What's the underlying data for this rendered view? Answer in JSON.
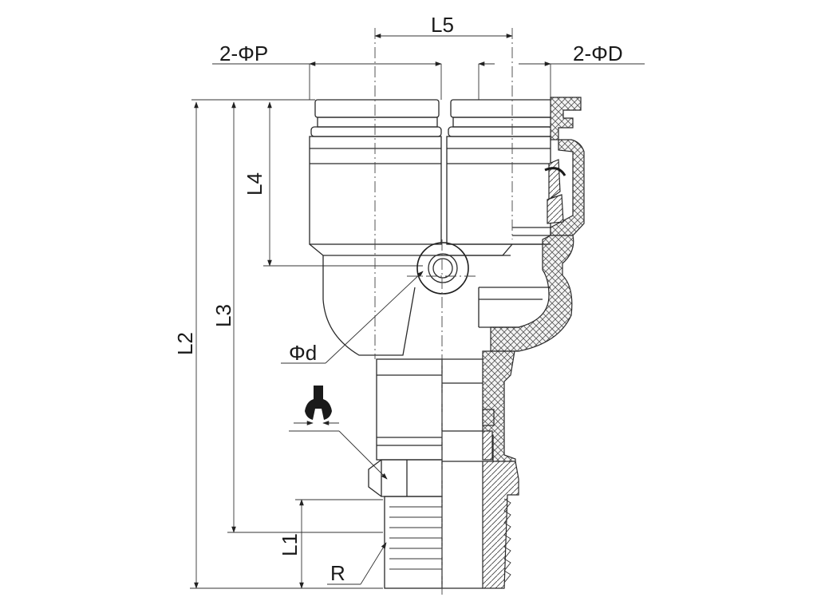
{
  "labels": {
    "l5": "L5",
    "two_phi_p": "2-ΦP",
    "two_phi_d": "2-ΦD",
    "l4": "L4",
    "l3": "L3",
    "l2": "L2",
    "phi_d_small": "Φd",
    "l1": "L1",
    "r": "R"
  }
}
